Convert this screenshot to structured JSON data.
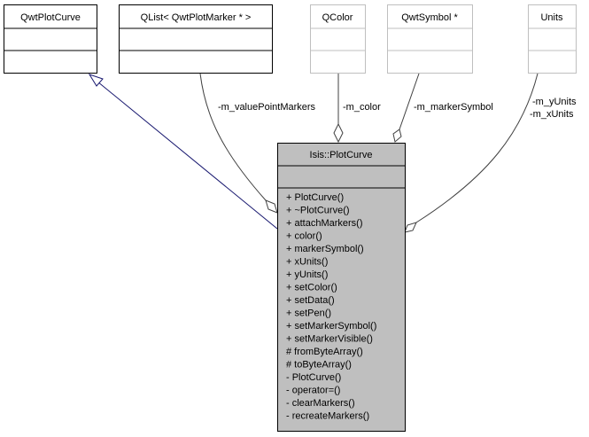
{
  "classes": {
    "qwtplotcurve": {
      "name": "QwtPlotCurve"
    },
    "qlist": {
      "name": "QList< QwtPlotMarker * >"
    },
    "qcolor": {
      "name": "QColor"
    },
    "qwtsymbol": {
      "name": "QwtSymbol *"
    },
    "units": {
      "name": "Units"
    },
    "plotcurve": {
      "name": "Isis::PlotCurve",
      "methods": [
        "+ PlotCurve()",
        "+ ~PlotCurve()",
        "+ attachMarkers()",
        "+ color()",
        "+ markerSymbol()",
        "+ xUnits()",
        "+ yUnits()",
        "+ setColor()",
        "+ setData()",
        "+ setPen()",
        "+ setMarkerSymbol()",
        "+ setMarkerVisible()",
        "# fromByteArray()",
        "# toByteArray()",
        "- PlotCurve()",
        "- operator=()",
        "- clearMarkers()",
        "- recreateMarkers()"
      ]
    }
  },
  "edges": {
    "value_point_markers": "-m_valuePointMarkers",
    "color": "-m_color",
    "marker_symbol": "-m_markerSymbol",
    "y_units": "-m_yUnits",
    "x_units": "-m_xUnits"
  },
  "colors": {
    "inheritance": "#191970",
    "main_fill": "#bfbfbf",
    "external_border": "#bfbfbf"
  }
}
